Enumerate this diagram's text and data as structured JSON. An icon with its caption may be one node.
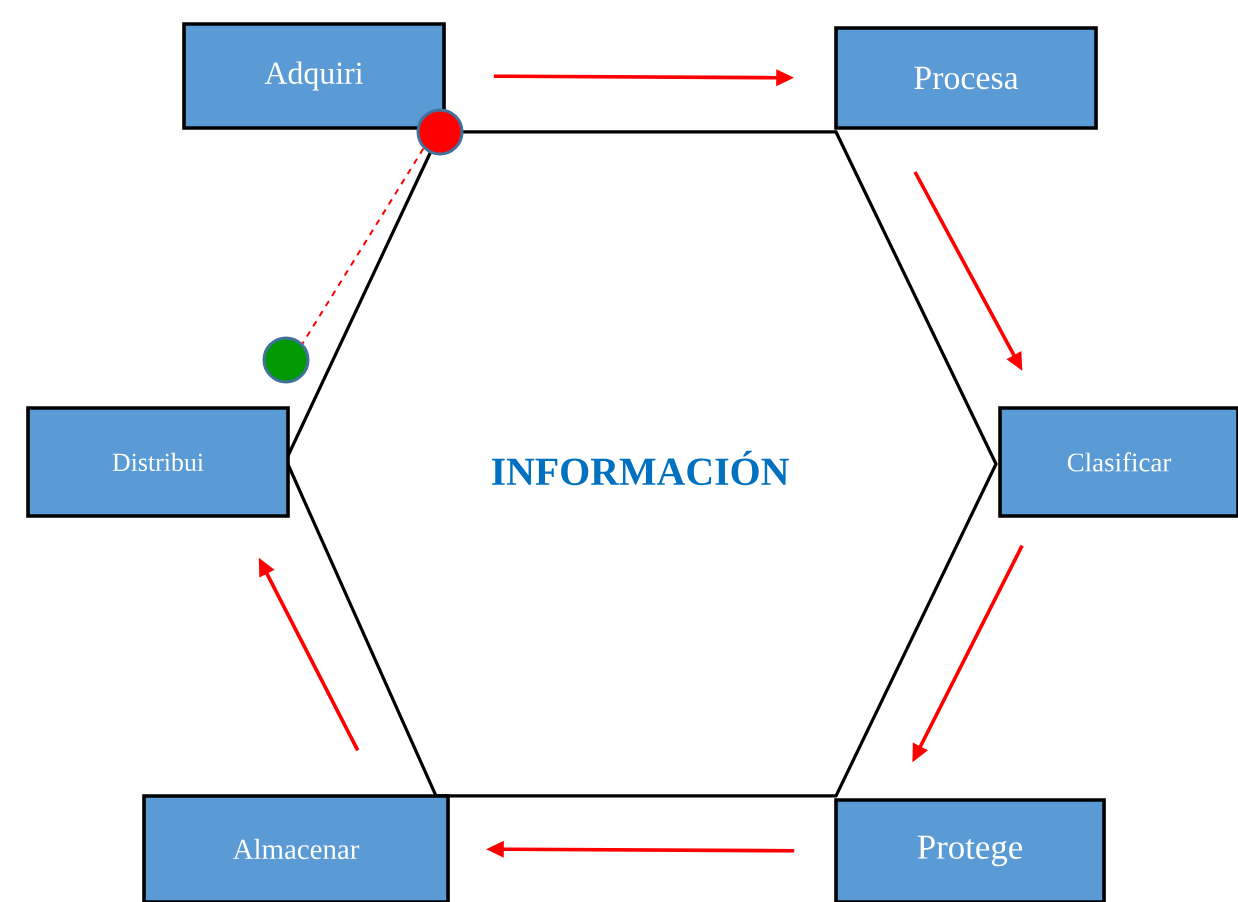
{
  "diagram": {
    "nodes": [
      {
        "text": [
          "INFORMACIÓN"
        ]
      },
      {
        "text": [
          "Adquiri"
        ]
      },
      {
        "text": [
          "Procesa"
        ]
      },
      {
        "text": [
          "Distribui"
        ]
      },
      {
        "text": [
          "Clasificar"
        ]
      },
      {
        "text": [
          "Almacenar"
        ]
      },
      {
        "text": [
          "Protege"
        ]
      },
      {
        "text": [],
        "shape": "circle"
      },
      {
        "text": [],
        "shape": "circle"
      }
    ],
    "edges": [
      {
        "from": 1,
        "to": 2,
        "arrow": "to"
      },
      {
        "from": 2,
        "to": 4,
        "arrow": "to"
      },
      {
        "from": 4,
        "to": 6,
        "arrow": "to"
      },
      {
        "from": 6,
        "to": 5,
        "arrow": "to"
      },
      {
        "from": 5,
        "to": 3,
        "arrow": "to"
      },
      {
        "from": 7,
        "to": 8,
        "arrow": "none",
        "style": "dashed"
      }
    ]
  }
}
